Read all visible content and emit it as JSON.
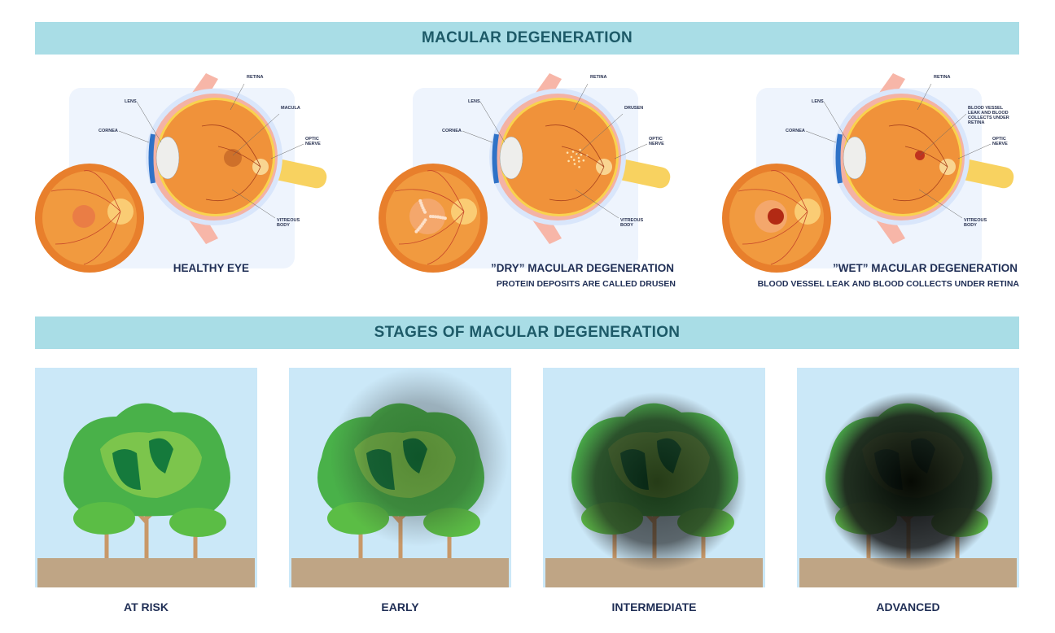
{
  "header1": "MACULAR DEGENERATION",
  "header2": "STAGES OF MACULAR DEGENERATION",
  "eyes": [
    {
      "title": "HEALTHY EYE",
      "subtitle": "",
      "labels": {
        "retina": "RETINA",
        "lens": "LENS",
        "cornea": "CORNEA",
        "feature": "MACULA",
        "optic": "OPTIC NERVE",
        "vitreous": "VITREOUS BODY"
      },
      "condition": "healthy"
    },
    {
      "title": "”DRY” MACULAR DEGENERATION",
      "subtitle": "PROTEIN DEPOSITS ARE CALLED DRUSEN",
      "labels": {
        "retina": "RETINA",
        "lens": "LENS",
        "cornea": "CORNEA",
        "feature": "DRUSEN",
        "optic": "OPTIC NERVE",
        "vitreous": "VITREOUS BODY"
      },
      "condition": "dry"
    },
    {
      "title": "”WET” MACULAR DEGENERATION",
      "subtitle": "BLOOD VESSEL LEAK AND BLOOD COLLECTS UNDER RETINA",
      "labels": {
        "retina": "RETINA",
        "lens": "LENS",
        "cornea": "CORNEA",
        "feature": "BLOOD VESSEL LEAK AND BLOOD COLLECTS UNDER RETINA",
        "optic": "OPTIC NERVE",
        "vitreous": "VITREOUS BODY"
      },
      "condition": "wet"
    }
  ],
  "stages": [
    {
      "label": "AT RISK",
      "blur": 0.0
    },
    {
      "label": "EARLY",
      "blur": 0.3
    },
    {
      "label": "INTERMEDIATE",
      "blur": 0.7
    },
    {
      "label": "ADVANCED",
      "blur": 0.95
    }
  ],
  "colors": {
    "banner": "#a9dde6",
    "bannerText": "#1d5a68",
    "eyeOrange": "#f0923a",
    "sky": "#cbe8f8",
    "ground": "#bfa585"
  }
}
